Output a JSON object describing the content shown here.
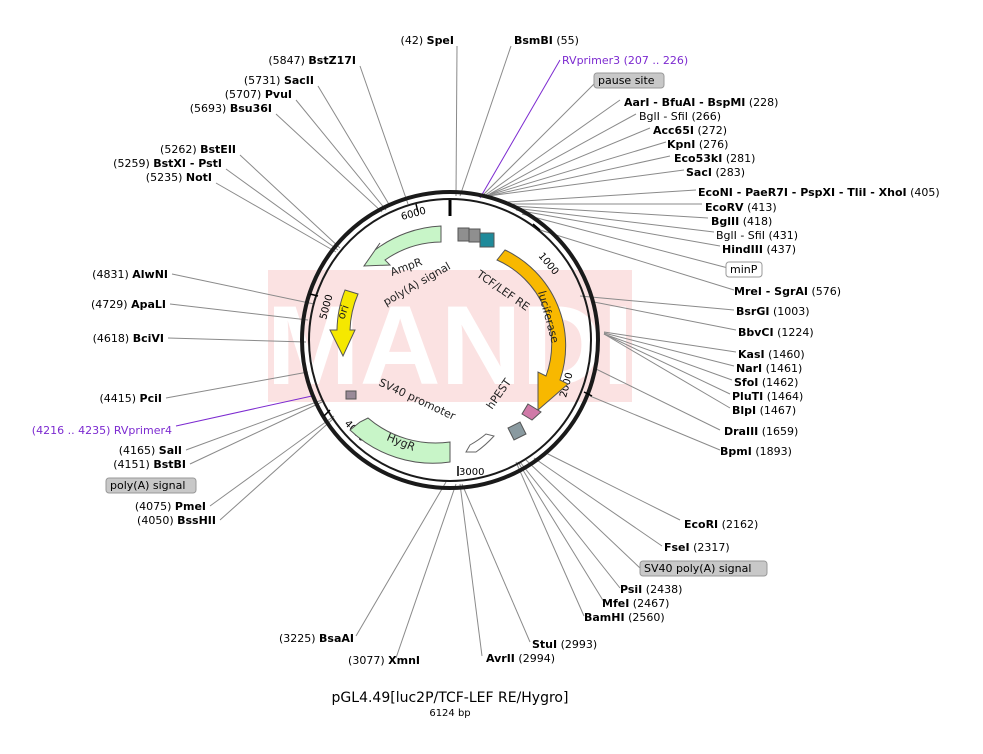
{
  "plasmid": {
    "name": "pGL4.49[luc2P/TCF-LEF RE/Hygro]",
    "length_label": "6124 bp"
  },
  "colors": {
    "ring": "#1a1a1a",
    "leader": "#8a8a8a",
    "primer": "#7c2ad0",
    "amp": "#c8f5c8",
    "ori": "#f5e800",
    "luciferase": "#f8b800",
    "hpest": "#d07aa8",
    "watermark": "#fbe2e2"
  },
  "watermark": "MANDI",
  "ticks": [
    {
      "text": "1000"
    },
    {
      "text": "2000"
    },
    {
      "text": "3000"
    },
    {
      "text": "4000"
    },
    {
      "text": "5000"
    },
    {
      "text": "6000"
    }
  ],
  "features": [
    {
      "text": "AmpR"
    },
    {
      "text": "ori"
    },
    {
      "text": "poly(A) signal"
    },
    {
      "text": "TCF/LEF RE"
    },
    {
      "text": "luciferase"
    },
    {
      "text": "hPEST"
    },
    {
      "text": "SV40 promoter"
    },
    {
      "text": "HygR"
    }
  ],
  "left_labels": [
    {
      "pos": "(5847)",
      "name": "BstZ17I"
    },
    {
      "pos": "(5731)",
      "name": "SacII"
    },
    {
      "pos": "(5707)",
      "name": "PvuI"
    },
    {
      "pos": "(5693)",
      "name": "Bsu36I"
    },
    {
      "pos": "(5262)",
      "name": "BstEII"
    },
    {
      "pos": "(5259)",
      "name": "BstXI - PstI"
    },
    {
      "pos": "(5235)",
      "name": "NotI"
    },
    {
      "pos": "(4831)",
      "name": "AlwNI"
    },
    {
      "pos": "(4729)",
      "name": "ApaLI"
    },
    {
      "pos": "(4618)",
      "name": "BciVI"
    },
    {
      "pos": "(4415)",
      "name": "PciI"
    },
    {
      "pos": "(4165)",
      "name": "SalI"
    },
    {
      "pos": "(4151)",
      "name": "BstBI"
    },
    {
      "pos": "(4075)",
      "name": "PmeI"
    },
    {
      "pos": "(4050)",
      "name": "BssHII"
    },
    {
      "pos": "(3225)",
      "name": "BsaAI"
    },
    {
      "pos": "(3077)",
      "name": "XmnI"
    }
  ],
  "right_labels": [
    {
      "name": "AarI - BfuAI - BspMI",
      "pos": "(228)"
    },
    {
      "name": "BglI - SfiI",
      "pos": "(266)"
    },
    {
      "name": "Acc65I",
      "pos": "(272)"
    },
    {
      "name": "KpnI",
      "pos": "(276)"
    },
    {
      "name": "Eco53kI",
      "pos": "(281)"
    },
    {
      "name": "SacI",
      "pos": "(283)"
    },
    {
      "name": "EcoNI - PaeR7I - PspXI - TliI - XhoI",
      "pos": "(405)"
    },
    {
      "name": "EcoRV",
      "pos": "(413)"
    },
    {
      "name": "BglII",
      "pos": "(418)"
    },
    {
      "name": "BglI - SfiI",
      "pos": "(431)"
    },
    {
      "name": "HindIII",
      "pos": "(437)"
    },
    {
      "name": "MreI - SgrAI",
      "pos": "(576)"
    },
    {
      "name": "BsrGI",
      "pos": "(1003)"
    },
    {
      "name": "BbvCI",
      "pos": "(1224)"
    },
    {
      "name": "KasI",
      "pos": "(1460)"
    },
    {
      "name": "NarI",
      "pos": "(1461)"
    },
    {
      "name": "SfoI",
      "pos": "(1462)"
    },
    {
      "name": "PluTI",
      "pos": "(1464)"
    },
    {
      "name": "BlpI",
      "pos": "(1467)"
    },
    {
      "name": "DraIII",
      "pos": "(1659)"
    },
    {
      "name": "BpmI",
      "pos": "(1893)"
    },
    {
      "name": "EcoRI",
      "pos": "(2162)"
    },
    {
      "name": "FseI",
      "pos": "(2317)"
    },
    {
      "name": "PsiI",
      "pos": "(2438)"
    },
    {
      "name": "MfeI",
      "pos": "(2467)"
    },
    {
      "name": "BamHI",
      "pos": "(2560)"
    },
    {
      "name": "StuI",
      "pos": "(2993)"
    },
    {
      "name": "AvrII",
      "pos": "(2994)"
    }
  ],
  "top_labels": [
    {
      "pos": "(42)",
      "name": "SpeI"
    },
    {
      "name": "BsmBI",
      "pos": "(55)"
    }
  ],
  "primers": [
    {
      "name": "RVprimer3",
      "range": "(207 .. 226)"
    },
    {
      "range": "(4216 .. 4235)",
      "name": "RVprimer4"
    }
  ],
  "boxed": [
    {
      "text": "pause site"
    },
    {
      "text": "minP"
    },
    {
      "text": "poly(A) signal"
    },
    {
      "text": "SV40 poly(A) signal"
    }
  ]
}
